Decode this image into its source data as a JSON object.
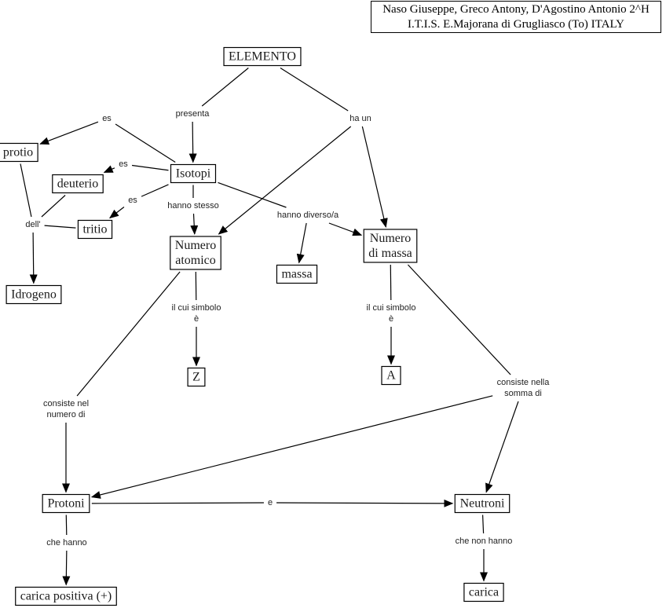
{
  "credit": {
    "line1": "Naso Giuseppe, Greco Antony, D'Agostino Antonio 2^H",
    "line2": "I.T.I.S. E.Majorana di Grugliasco (To) ITALY"
  },
  "concepts": [
    {
      "id": "elemento",
      "lines": [
        "ELEMENTO"
      ]
    },
    {
      "id": "isotopi",
      "lines": [
        "Isotopi"
      ]
    },
    {
      "id": "protio",
      "lines": [
        "protio"
      ]
    },
    {
      "id": "deuterio",
      "lines": [
        "deuterio"
      ]
    },
    {
      "id": "tritio",
      "lines": [
        "tritio"
      ]
    },
    {
      "id": "idrogeno",
      "lines": [
        "Idrogeno"
      ]
    },
    {
      "id": "numero-atomico",
      "lines": [
        "Numero",
        "atomico"
      ]
    },
    {
      "id": "massa",
      "lines": [
        "massa"
      ]
    },
    {
      "id": "numero-di-massa",
      "lines": [
        "Numero",
        "di massa"
      ]
    },
    {
      "id": "z",
      "lines": [
        "Z"
      ]
    },
    {
      "id": "a",
      "lines": [
        "A"
      ]
    },
    {
      "id": "protoni",
      "lines": [
        "Protoni"
      ]
    },
    {
      "id": "neutroni",
      "lines": [
        "Neutroni"
      ]
    },
    {
      "id": "carica-positiva",
      "lines": [
        "carica positiva (+)"
      ]
    },
    {
      "id": "carica",
      "lines": [
        "carica"
      ]
    }
  ],
  "linking_phrases": [
    {
      "id": "presenta",
      "lines": [
        "presenta"
      ]
    },
    {
      "id": "ha-un",
      "lines": [
        "ha un"
      ]
    },
    {
      "id": "es-protio",
      "lines": [
        "es"
      ]
    },
    {
      "id": "es-deuterio",
      "lines": [
        "es"
      ]
    },
    {
      "id": "es-tritio",
      "lines": [
        "es"
      ]
    },
    {
      "id": "dell",
      "lines": [
        "dell'"
      ]
    },
    {
      "id": "hanno-stesso",
      "lines": [
        "hanno stesso"
      ]
    },
    {
      "id": "hanno-diverso",
      "lines": [
        "hanno diverso/a"
      ]
    },
    {
      "id": "simbolo-z",
      "lines": [
        "il cui simbolo",
        "è"
      ]
    },
    {
      "id": "simbolo-a",
      "lines": [
        "il cui simbolo",
        "è"
      ]
    },
    {
      "id": "consiste-nel",
      "lines": [
        "consiste nel",
        "numero di"
      ]
    },
    {
      "id": "consiste-nella",
      "lines": [
        "consiste nella",
        "somma di"
      ]
    },
    {
      "id": "e",
      "lines": [
        "e"
      ]
    },
    {
      "id": "che-hanno",
      "lines": [
        "che hanno"
      ]
    },
    {
      "id": "che-non-hanno",
      "lines": [
        "che non hanno"
      ]
    }
  ],
  "connections": [
    {
      "from": "elemento",
      "to": "presenta"
    },
    {
      "from": "presenta",
      "to": "isotopi",
      "arrow": true
    },
    {
      "from": "elemento",
      "to": "ha-un"
    },
    {
      "from": "ha-un",
      "to": "numero-atomico",
      "arrow": true
    },
    {
      "from": "ha-un",
      "to": "numero-di-massa",
      "arrow": true
    },
    {
      "from": "isotopi",
      "to": "es-protio"
    },
    {
      "from": "es-protio",
      "to": "protio",
      "arrow": true
    },
    {
      "from": "isotopi",
      "to": "es-deuterio"
    },
    {
      "from": "es-deuterio",
      "to": "deuterio",
      "arrow": true
    },
    {
      "from": "isotopi",
      "to": "es-tritio"
    },
    {
      "from": "es-tritio",
      "to": "tritio",
      "arrow": true
    },
    {
      "from": "protio",
      "to": "dell"
    },
    {
      "from": "deuterio",
      "to": "dell"
    },
    {
      "from": "tritio",
      "to": "dell"
    },
    {
      "from": "dell",
      "to": "idrogeno",
      "arrow": true
    },
    {
      "from": "isotopi",
      "to": "hanno-stesso"
    },
    {
      "from": "hanno-stesso",
      "to": "numero-atomico",
      "arrow": true
    },
    {
      "from": "isotopi",
      "to": "hanno-diverso"
    },
    {
      "from": "hanno-diverso",
      "to": "massa",
      "arrow": true
    },
    {
      "from": "hanno-diverso",
      "to": "numero-di-massa",
      "arrow": true
    },
    {
      "from": "numero-atomico",
      "to": "simbolo-z"
    },
    {
      "from": "simbolo-z",
      "to": "z",
      "arrow": true
    },
    {
      "from": "numero-di-massa",
      "to": "simbolo-a"
    },
    {
      "from": "simbolo-a",
      "to": "a",
      "arrow": true
    },
    {
      "from": "numero-atomico",
      "to": "consiste-nel"
    },
    {
      "from": "consiste-nel",
      "to": "protoni",
      "arrow": true
    },
    {
      "from": "numero-di-massa",
      "to": "consiste-nella"
    },
    {
      "from": "consiste-nella",
      "to": "protoni",
      "arrow": true
    },
    {
      "from": "consiste-nella",
      "to": "neutroni",
      "arrow": true
    },
    {
      "from": "protoni",
      "to": "e"
    },
    {
      "from": "e",
      "to": "neutroni",
      "arrow": true
    },
    {
      "from": "protoni",
      "to": "che-hanno"
    },
    {
      "from": "che-hanno",
      "to": "carica-positiva",
      "arrow": true
    },
    {
      "from": "neutroni",
      "to": "che-non-hanno"
    },
    {
      "from": "che-non-hanno",
      "to": "carica",
      "arrow": true
    }
  ]
}
